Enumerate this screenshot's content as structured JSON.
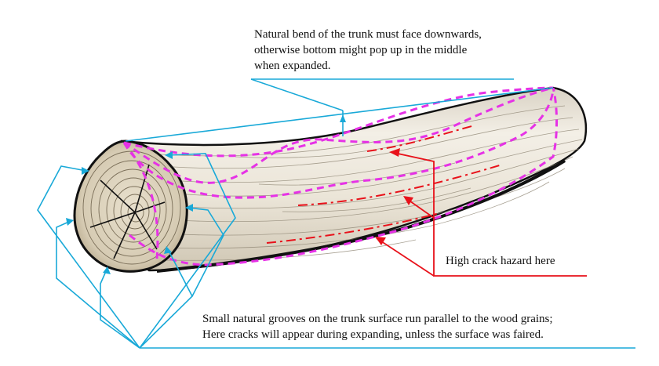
{
  "notes": {
    "bend": [
      "Natural bend of the trunk must face downwards,",
      "otherwise bottom might pop up in the middle",
      "when expanded."
    ],
    "crack": "High crack hazard here",
    "grooves": [
      "Small natural grooves on the trunk surface run parallel to the wood grains;",
      "Here cracks will appear during expanding,  unless the surface was faired."
    ]
  },
  "colors": {
    "cyan_leader": "#19a9d8",
    "red_leader": "#e8111a",
    "magenta_guide": "#e632e6",
    "outline": "#111111",
    "bark": "#efe9dd",
    "end_grain": "#ddd3bf"
  }
}
